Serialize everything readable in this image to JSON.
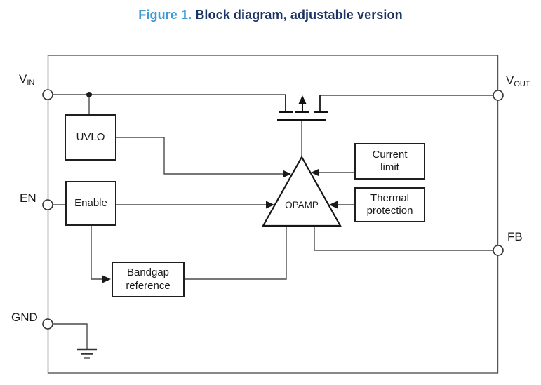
{
  "figure": {
    "caption_prefix": "Figure 1.",
    "caption_title": "Block diagram, adjustable version"
  },
  "pins": {
    "vin": {
      "name": "V",
      "sub": "IN"
    },
    "vout": {
      "name": "V",
      "sub": "OUT"
    },
    "en": {
      "name": "EN"
    },
    "fb": {
      "name": "FB"
    },
    "gnd": {
      "name": "GND"
    }
  },
  "blocks": {
    "uvlo": {
      "label": "UVLO"
    },
    "enable": {
      "label": "Enable"
    },
    "bandgap": {
      "line1": "Bandgap",
      "line2": "reference"
    },
    "current_limit": {
      "line1": "Current",
      "line2": "limit"
    },
    "thermal_protection": {
      "line1": "Thermal",
      "line2": "protection"
    },
    "opamp": {
      "label": "OPAMP"
    }
  },
  "symbols": {
    "pass_transistor": "pmos-pass-transistor",
    "ground": "ground-symbol",
    "opamp_shape": "triangle-up"
  },
  "colors": {
    "caption_prefix": "#3E9BD5",
    "caption_title": "#1C3462",
    "wire": "#4A4A4A",
    "chip_boundary": "#555555",
    "block_border": "#1F1F1F",
    "arrow_fill": "#1A1A1A",
    "background": "#FFFFFF"
  }
}
